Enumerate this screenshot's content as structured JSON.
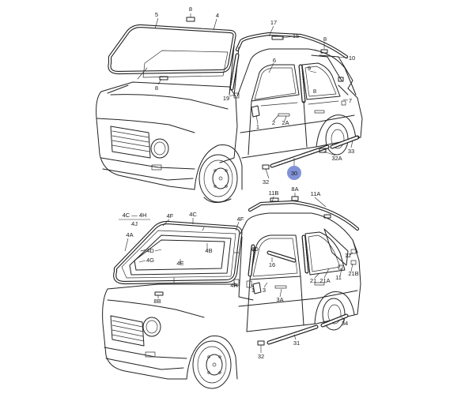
{
  "diagram": {
    "callouts": {
      "c5": "5",
      "c8_top": "8",
      "c4": "4",
      "c17": "17",
      "c15": "15",
      "c8_right": "8",
      "c10": "10",
      "c6": "6",
      "c9": "9",
      "c8_left": "8",
      "c19": "19",
      "c7": "7",
      "c8_pillar": "8",
      "c1_top": "1",
      "c2": "2",
      "c2a": "2A",
      "c32_top": "32",
      "c30": "30",
      "c32a": "32A",
      "c33": "33",
      "c11b": "11B",
      "c8a": "8A",
      "c11a": "11A",
      "c4c_4h": "4C — 4H",
      "c4j": "4J",
      "c4f": "4F",
      "c4c": "4C",
      "c4f_b": "4F",
      "c4a": "4A",
      "c4d": "4D",
      "c4g": "4G",
      "c4b": "4B",
      "c4e": "4E",
      "c4d_b": "4D",
      "c16": "16",
      "c4h": "4H",
      "c1_bottom": "1",
      "c3": "3",
      "c3a": "3A",
      "c21": "21",
      "c21a": "21A",
      "c11": "11",
      "c21b": "21B",
      "c12": "12",
      "c8b": "8B",
      "c32_bottom": "32",
      "c31": "31",
      "c34": "34"
    },
    "highlight_color": "#6b7fd0"
  }
}
